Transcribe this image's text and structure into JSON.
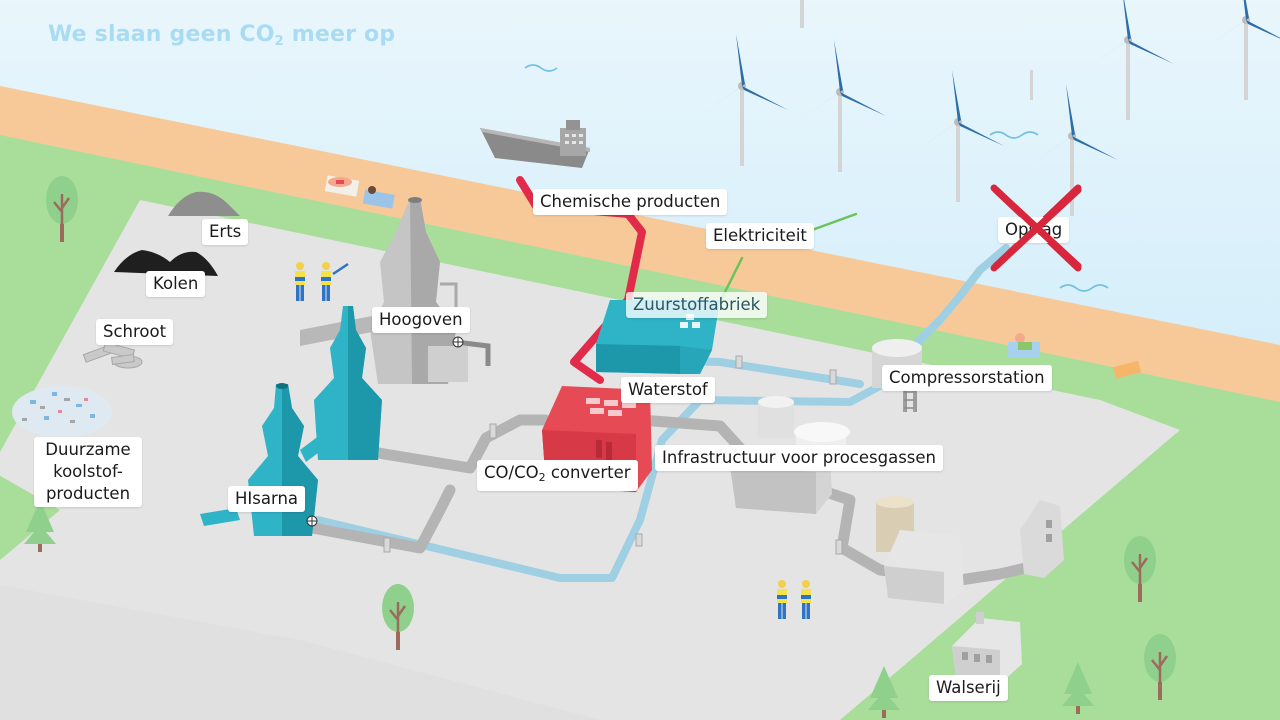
{
  "title": {
    "main": "We slaan geen CO",
    "sub": "2",
    "tail": " meer op"
  },
  "labels": {
    "erts": "Erts",
    "kolen": "Kolen",
    "schroot": "Schroot",
    "duurzame": "Duurzame koolstof-producten",
    "hoogoven": "Hoogoven",
    "hisarna": "HIsarna",
    "chemische": "Chemische producten",
    "elektriciteit": "Elektriciteit",
    "zuurstof": "Zuurstoffabriek",
    "waterstof": "Waterstof",
    "converter_main": "CO/CO",
    "converter_sub": "2",
    "converter_tail": " converter",
    "infrastructuur": "Infrastructuur voor procesgassen",
    "compressor": "Compressorstation",
    "opslag": "Opslag",
    "walserij": "Walserij"
  },
  "colors": {
    "sea": "#c9ebfa",
    "beach": "#f7c999",
    "grass": "#a8de9a",
    "site": "#e4e4e4",
    "steel": "#2fb3c6",
    "converter": "#e64b55",
    "pipe_blue": "#9fcfe3",
    "pipe_gray": "#b4b4b4",
    "pipe_red": "#e22a4b",
    "cross": "#d8263c"
  },
  "icons": [
    "wind-turbine-icon",
    "ship-icon",
    "worker-icon",
    "tree-icon",
    "cross-icon",
    "valve-icon"
  ]
}
